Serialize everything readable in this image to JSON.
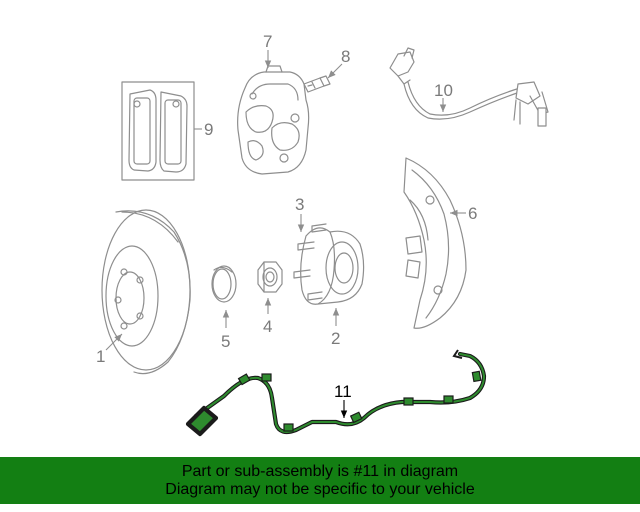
{
  "diagram": {
    "callouts": {
      "p1": "1",
      "p2": "2",
      "p3": "3",
      "p4": "4",
      "p5": "5",
      "p6": "6",
      "p7": "7",
      "p8": "8",
      "p9": "9",
      "p10": "10",
      "p11": "11"
    },
    "highlighted_part": "11",
    "highlight_color": "#2e8b2e"
  },
  "banner": {
    "line1": "Part or sub-assembly is #11 in diagram",
    "line2": "Diagram may not be specific to your vehicle",
    "background": "#137f13"
  }
}
